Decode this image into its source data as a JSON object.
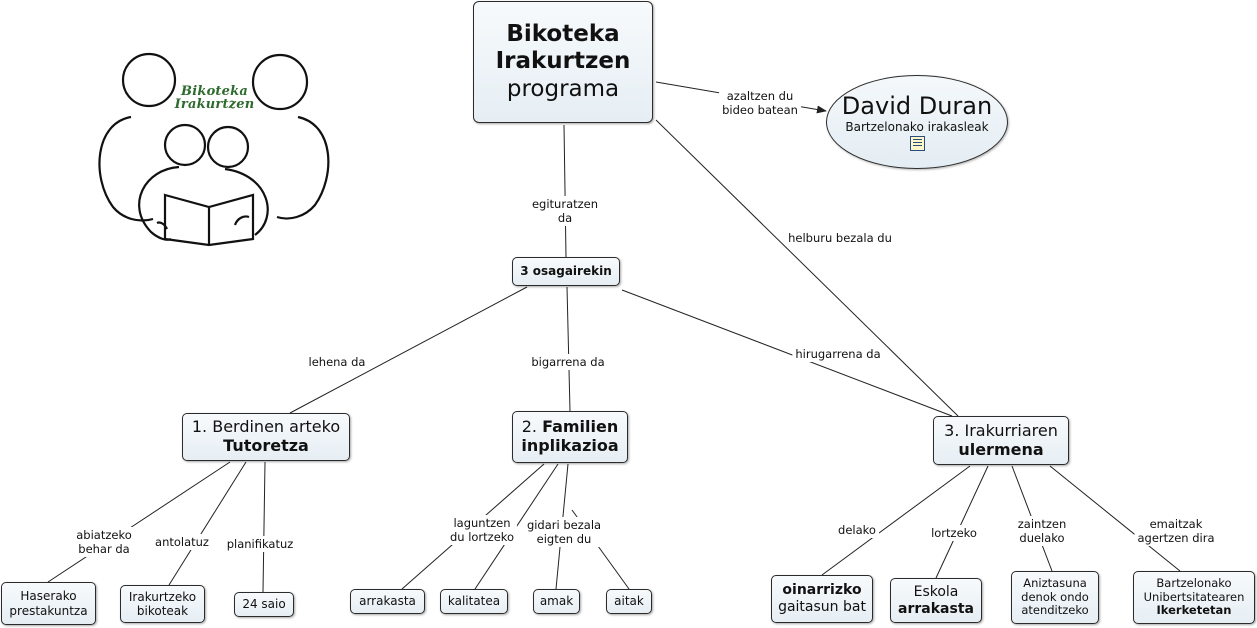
{
  "logo": {
    "text_line1": "Bikoteka",
    "text_line2": "Irakurtzen",
    "icon": "two-adults-two-children-reading-book-icon"
  },
  "nodes": {
    "root": {
      "line1": "Bikoteka",
      "line2": "Irakurtzen",
      "line3": "programa"
    },
    "david": {
      "title": "David Duran",
      "subtitle": "Bartzelonako irakasleak",
      "icon": "document-icon"
    },
    "components": {
      "label": "3 osagairekin"
    },
    "tutoretza": {
      "line1": "1. Berdinen arteko",
      "line2": "Tutoretza"
    },
    "familien": {
      "line1_num": "2.",
      "line1_bold": "Familien",
      "line2": "inplikazioa"
    },
    "ulermena": {
      "line1": "3. Irakurriaren",
      "line2": "ulermena"
    },
    "haserako": {
      "line1": "Haserako",
      "line2": "prestakuntza"
    },
    "bikoteak": {
      "line1": "Irakurtzeko",
      "line2": "bikoteak"
    },
    "saio": {
      "label": "24 saio"
    },
    "arrakasta": {
      "label": "arrakasta"
    },
    "kalitatea": {
      "label": "kalitatea"
    },
    "amak": {
      "label": "amak"
    },
    "aitak": {
      "label": "aitak"
    },
    "oinarrizko": {
      "line1": "oinarrizko",
      "line2": "gaitasun bat"
    },
    "eskola": {
      "line1": "Eskola",
      "line2": "arrakasta"
    },
    "aniztasuna": {
      "line1": "Aniztasuna",
      "line2": "denok ondo",
      "line3": "atenditzeko"
    },
    "ikerketetan": {
      "line1": "Bartzelonako",
      "line2": "Unibertsitatearen",
      "line3": "Ikerketetan"
    }
  },
  "links": {
    "azaltzen": {
      "line1": "azaltzen du",
      "line2": "bideo batean"
    },
    "egituratzen": {
      "line1": "egituratzen",
      "line2": "da"
    },
    "helburu": {
      "line1": "helburu bezala du"
    },
    "lehena": {
      "line1": "lehena da"
    },
    "bigarrena": {
      "line1": "bigarrena da"
    },
    "hirugarrena": {
      "line1": "hirugarrena da"
    },
    "abiatzeko": {
      "line1": "abiatzeko",
      "line2": "behar da"
    },
    "antolatuz": {
      "line1": "antolatuz"
    },
    "planifikatuz": {
      "line1": "planifikatuz"
    },
    "laguntzen": {
      "line1": "laguntzen",
      "line2": "du lortzeko"
    },
    "gidari": {
      "line1": "gidari bezala",
      "line2": "eigten du"
    },
    "delako": {
      "line1": "delako"
    },
    "lortzeko": {
      "line1": "lortzeko"
    },
    "zaintzen": {
      "line1": "zaintzen",
      "line2": "duelako"
    },
    "emaitzak": {
      "line1": "emaitzak",
      "line2": "agertzen dira"
    }
  },
  "colors": {
    "node_border": "#2b2b2b",
    "link_line": "#222222",
    "logo_text": "#2e6b2e"
  }
}
